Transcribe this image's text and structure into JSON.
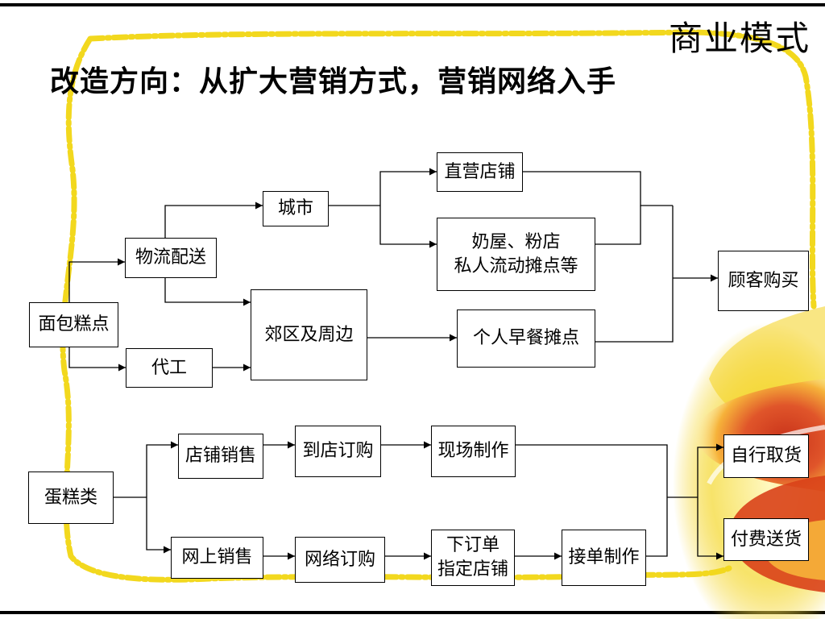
{
  "corner_label": "商业模式",
  "headline": "改造方向：从扩大营销方式，营销网络入手",
  "nodes": {
    "bread": "面包糕点",
    "logistics": "物流配送",
    "oem": "代工",
    "city": "城市",
    "suburb": "郊区及周边",
    "direct_store": "直营店铺",
    "milk_shop_1": "奶屋、粉店",
    "milk_shop_2": "私人流动摊点等",
    "breakfast": "个人早餐摊点",
    "customer": "顾客购买",
    "cake": "蛋糕类",
    "store_sales": "店铺销售",
    "online_sales": "网上销售",
    "store_order": "到店订购",
    "live_make": "现场制作",
    "net_order": "网络订购",
    "place_order_1": "下订单",
    "place_order_2": "指定店铺",
    "accept_make": "接单制作",
    "self_pickup": "自行取货",
    "paid_delivery": "付费送货"
  },
  "colors": {
    "frame_yellow": "#f2d81e",
    "swirl_red": "#d9411a",
    "swirl_orange": "#f5a623"
  }
}
